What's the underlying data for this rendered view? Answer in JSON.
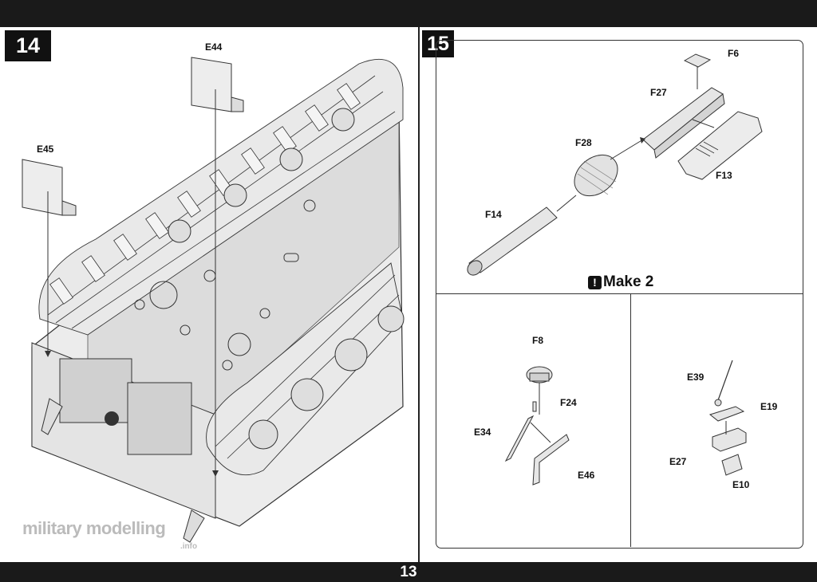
{
  "page": {
    "number": "13"
  },
  "steps": [
    {
      "number": "14",
      "parts": [
        "E44",
        "E45"
      ]
    },
    {
      "number": "15",
      "parts": [
        "F6",
        "F27",
        "F28",
        "F13",
        "F14"
      ],
      "note": "Make 2",
      "note_icon": "!",
      "sub_left": [
        "F8",
        "F24",
        "E34",
        "E46"
      ],
      "sub_right": [
        "E39",
        "E19",
        "E27",
        "E10"
      ]
    }
  ],
  "watermark": {
    "text": "military modelling",
    "suffix": ".info"
  }
}
